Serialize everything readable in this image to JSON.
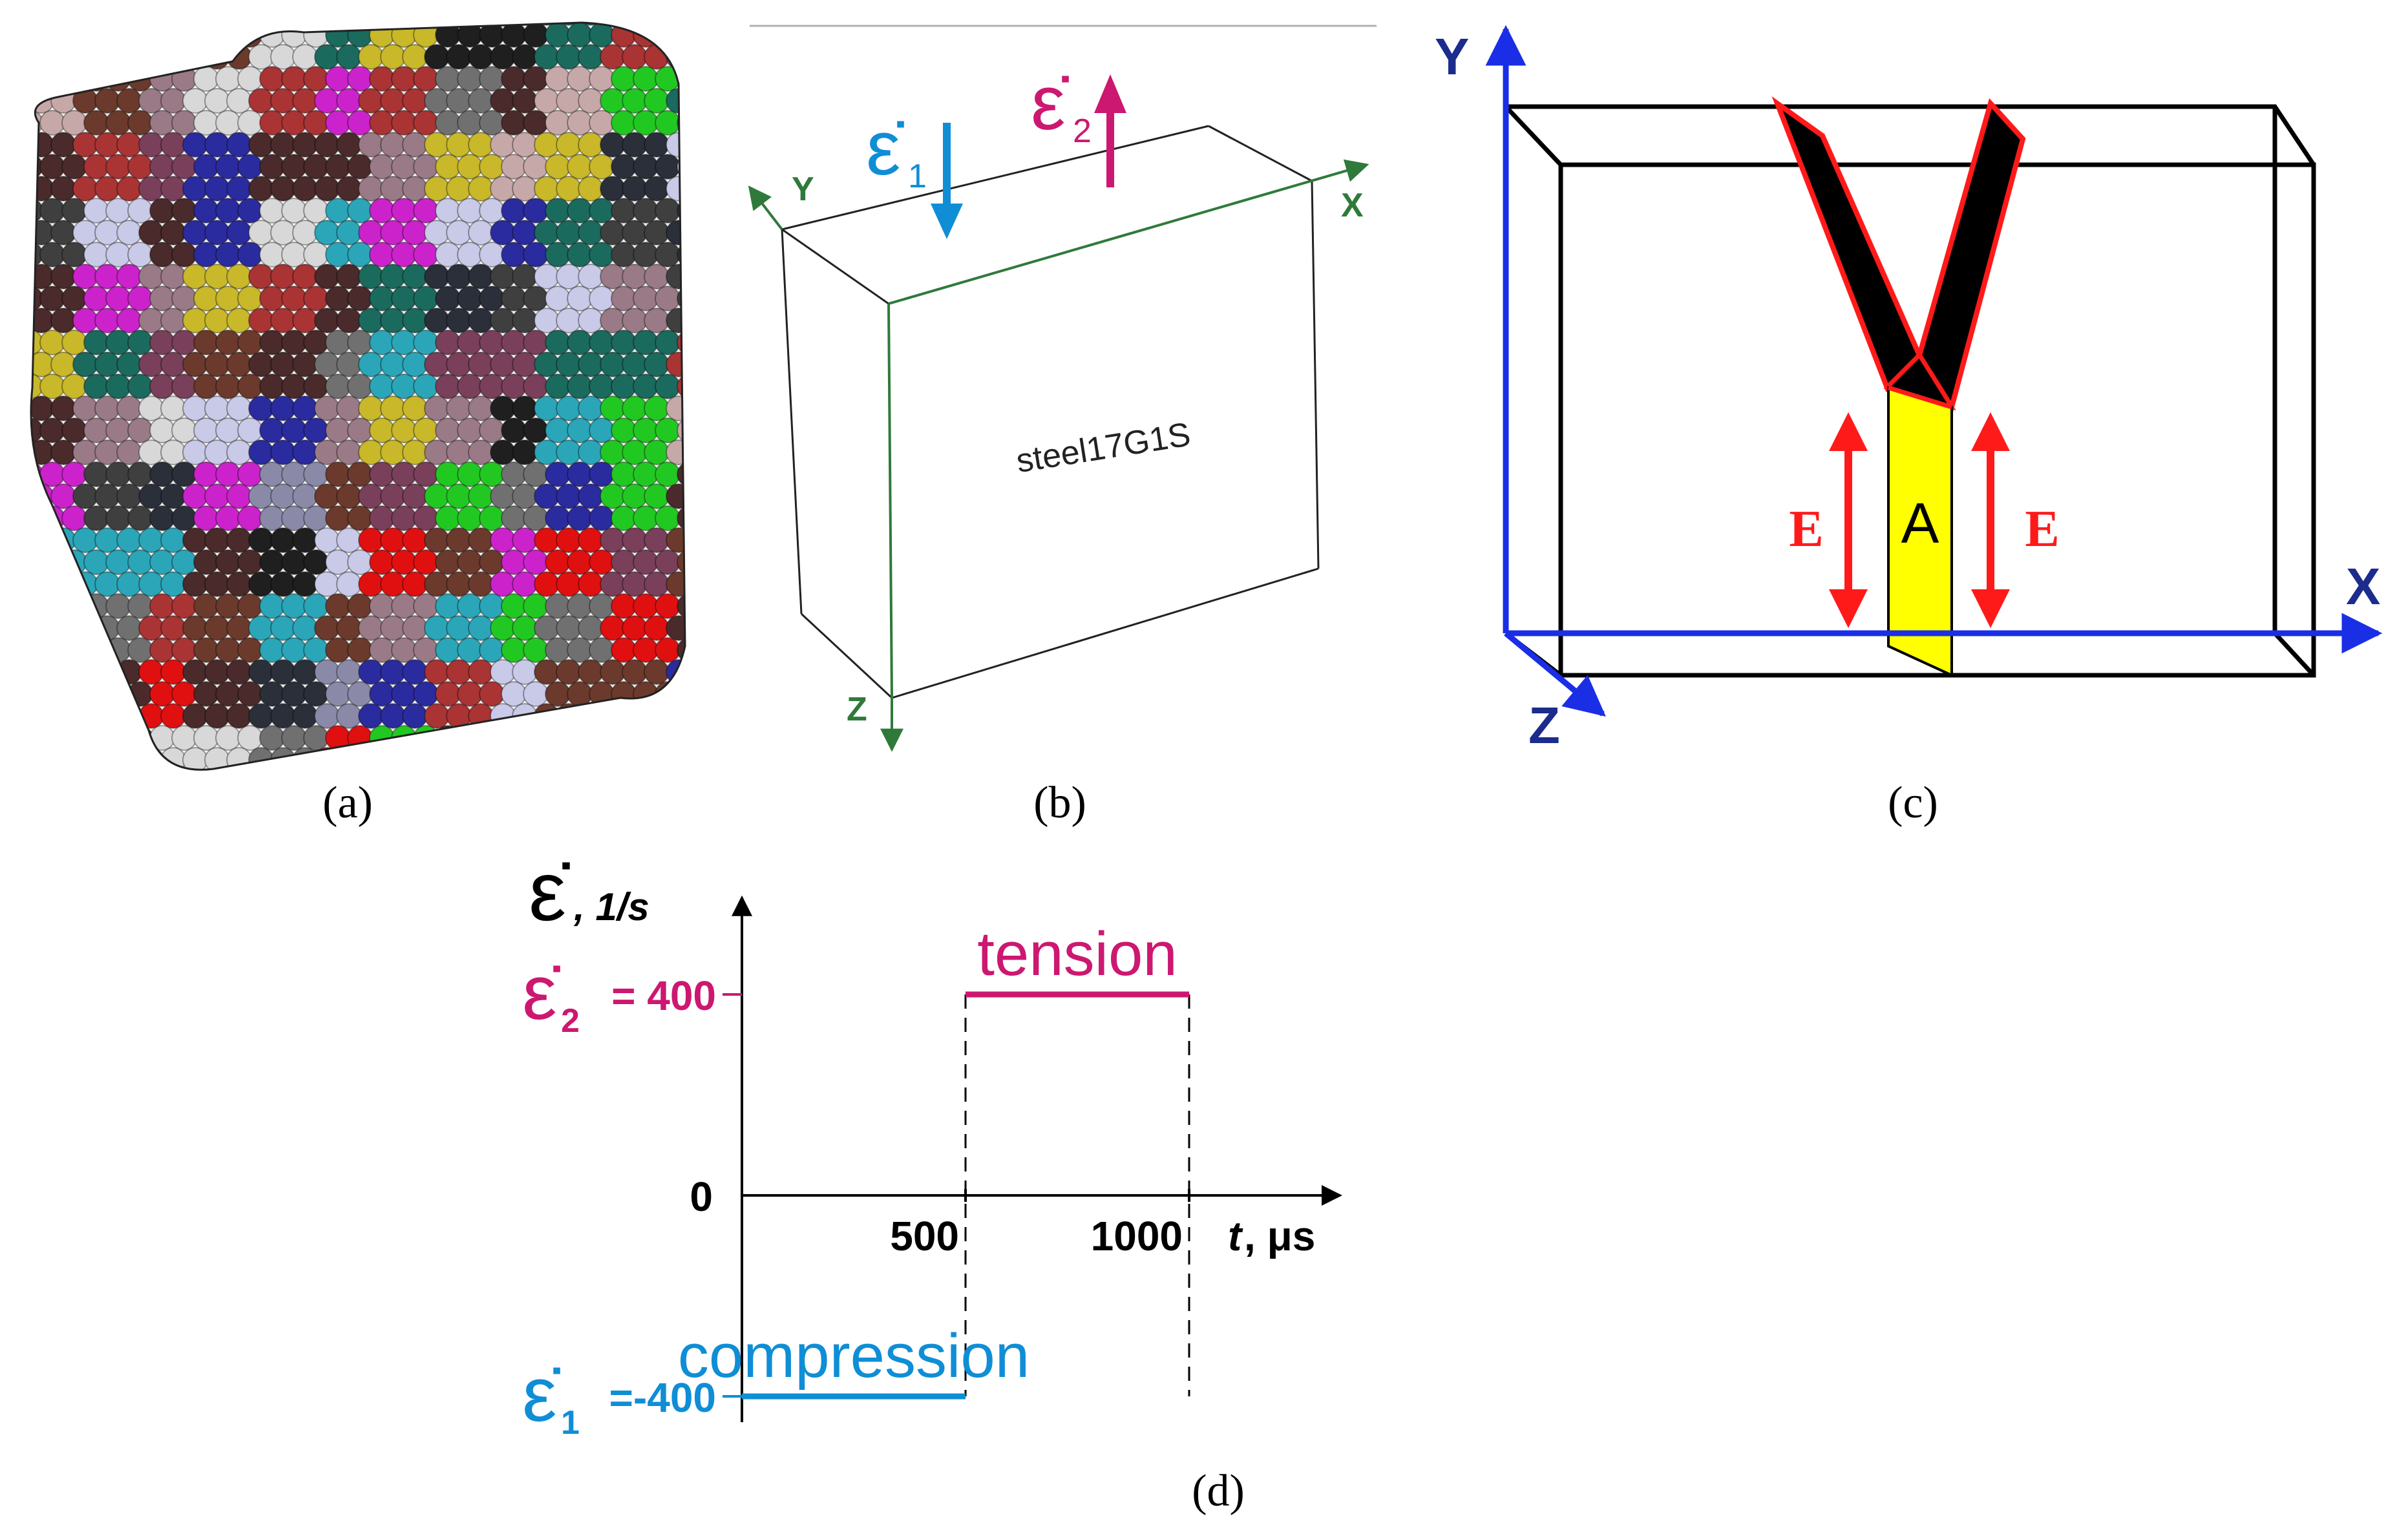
{
  "colors": {
    "background": "#ffffff",
    "black": "#000000",
    "blue_axis": "#1a2ee6",
    "navy_label": "#1c2c8c",
    "cyan_blue": "#0f8ed6",
    "magenta": "#cc1870",
    "red": "#ff1a1a",
    "yellow": "#ffff00",
    "green_line": "#2f7a3a",
    "gray_rule": "#b0b0b0"
  },
  "panel_a": {
    "caption": "(a)",
    "grain_colors": [
      "#e01010",
      "#cc22cc",
      "#22c822",
      "#2a2f3a",
      "#6b3a2c",
      "#c9c9e8",
      "#c8b82a",
      "#9a7a86",
      "#3f3f3f",
      "#707070",
      "#1b6a5e",
      "#2b2ba0",
      "#7a3f5a",
      "#aa3333",
      "#d8d8d8",
      "#1f1f1f",
      "#c7a8a8",
      "#2aa6b8",
      "#4a2a2a",
      "#8a8aa8"
    ]
  },
  "panel_b": {
    "caption": "(b)",
    "block_label": "steel17G1S",
    "axis_x": "X",
    "axis_y": "Y",
    "axis_z": "Z",
    "rate1_symbol": "ε̇",
    "rate1_subscript": "1",
    "rate2_symbol": "ε̇",
    "rate2_subscript": "2"
  },
  "panel_c": {
    "caption": "(c)",
    "axis_x": "X",
    "axis_y": "Y",
    "axis_z": "Z",
    "zone_label": "A",
    "arrow_label_left": "E",
    "arrow_label_right": "E"
  },
  "panel_d": {
    "caption": "(d)"
  },
  "chart_data": {
    "type": "line",
    "ylabel_symbol": "ε̇",
    "ylabel_unit": ", 1/s",
    "xlabel_var": "t",
    "xlabel_unit": ", μs",
    "xlim": [
      0,
      1280
    ],
    "ylim": [
      -400,
      400
    ],
    "x_ticks": [
      {
        "value": 500,
        "label": "500"
      },
      {
        "value": 1000,
        "label": "1000"
      }
    ],
    "y_ticks": [
      {
        "value": 0,
        "label": "0"
      }
    ],
    "series": [
      {
        "name": "compression",
        "color": "#0f8ed6",
        "level_symbol": "ε̇",
        "level_subscript": "1",
        "level_text": "=-400",
        "x": [
          0,
          500
        ],
        "y": [
          -400,
          -400
        ]
      },
      {
        "name": "tension",
        "color": "#cc1870",
        "level_symbol": "ε̇",
        "level_subscript": "2",
        "level_text": "= 400",
        "x": [
          500,
          1000
        ],
        "y": [
          400,
          400
        ]
      }
    ],
    "dashed_guides_x": [
      500,
      1000
    ]
  }
}
